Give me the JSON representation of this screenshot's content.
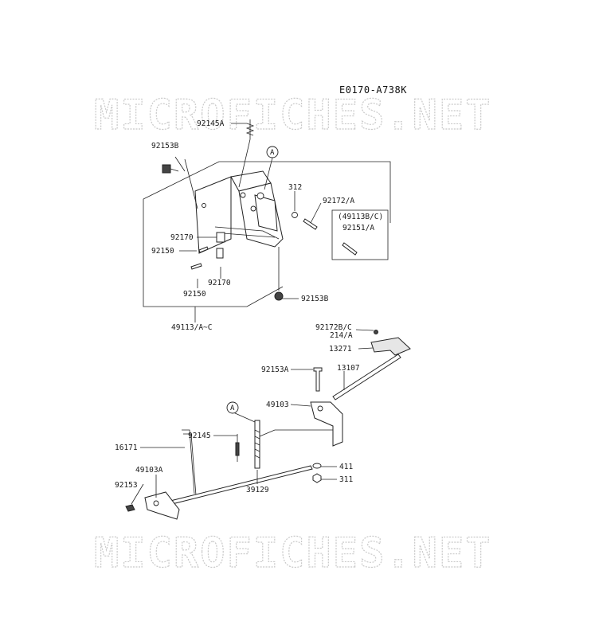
{
  "diagram_code": "E0170-A738K",
  "watermark": "MICROFICHES.NET",
  "callouts": {
    "a1": "A",
    "a2": "A"
  },
  "labels": {
    "p92145A": "92145A",
    "p92153B_top": "92153B",
    "p312": "312",
    "p92172A": "92172/A",
    "p49113BC": "(49113B/C)",
    "p92151A": "92151/A",
    "p92170_a": "92170",
    "p92150_a": "92150",
    "p92170_b": "92170",
    "p92150_b": "92150",
    "p92153B_mid": "92153B",
    "p49113AC": "49113/A~C",
    "p92172BC": "92172B/C",
    "p214A": "214/A",
    "p13271": "13271",
    "p92153A": "92153A",
    "p13107": "13107",
    "p49103": "49103",
    "p92145": "92145",
    "p16171": "16171",
    "p49103A": "49103A",
    "p92153": "92153",
    "p39129": "39129",
    "p411": "411",
    "p311": "311"
  }
}
